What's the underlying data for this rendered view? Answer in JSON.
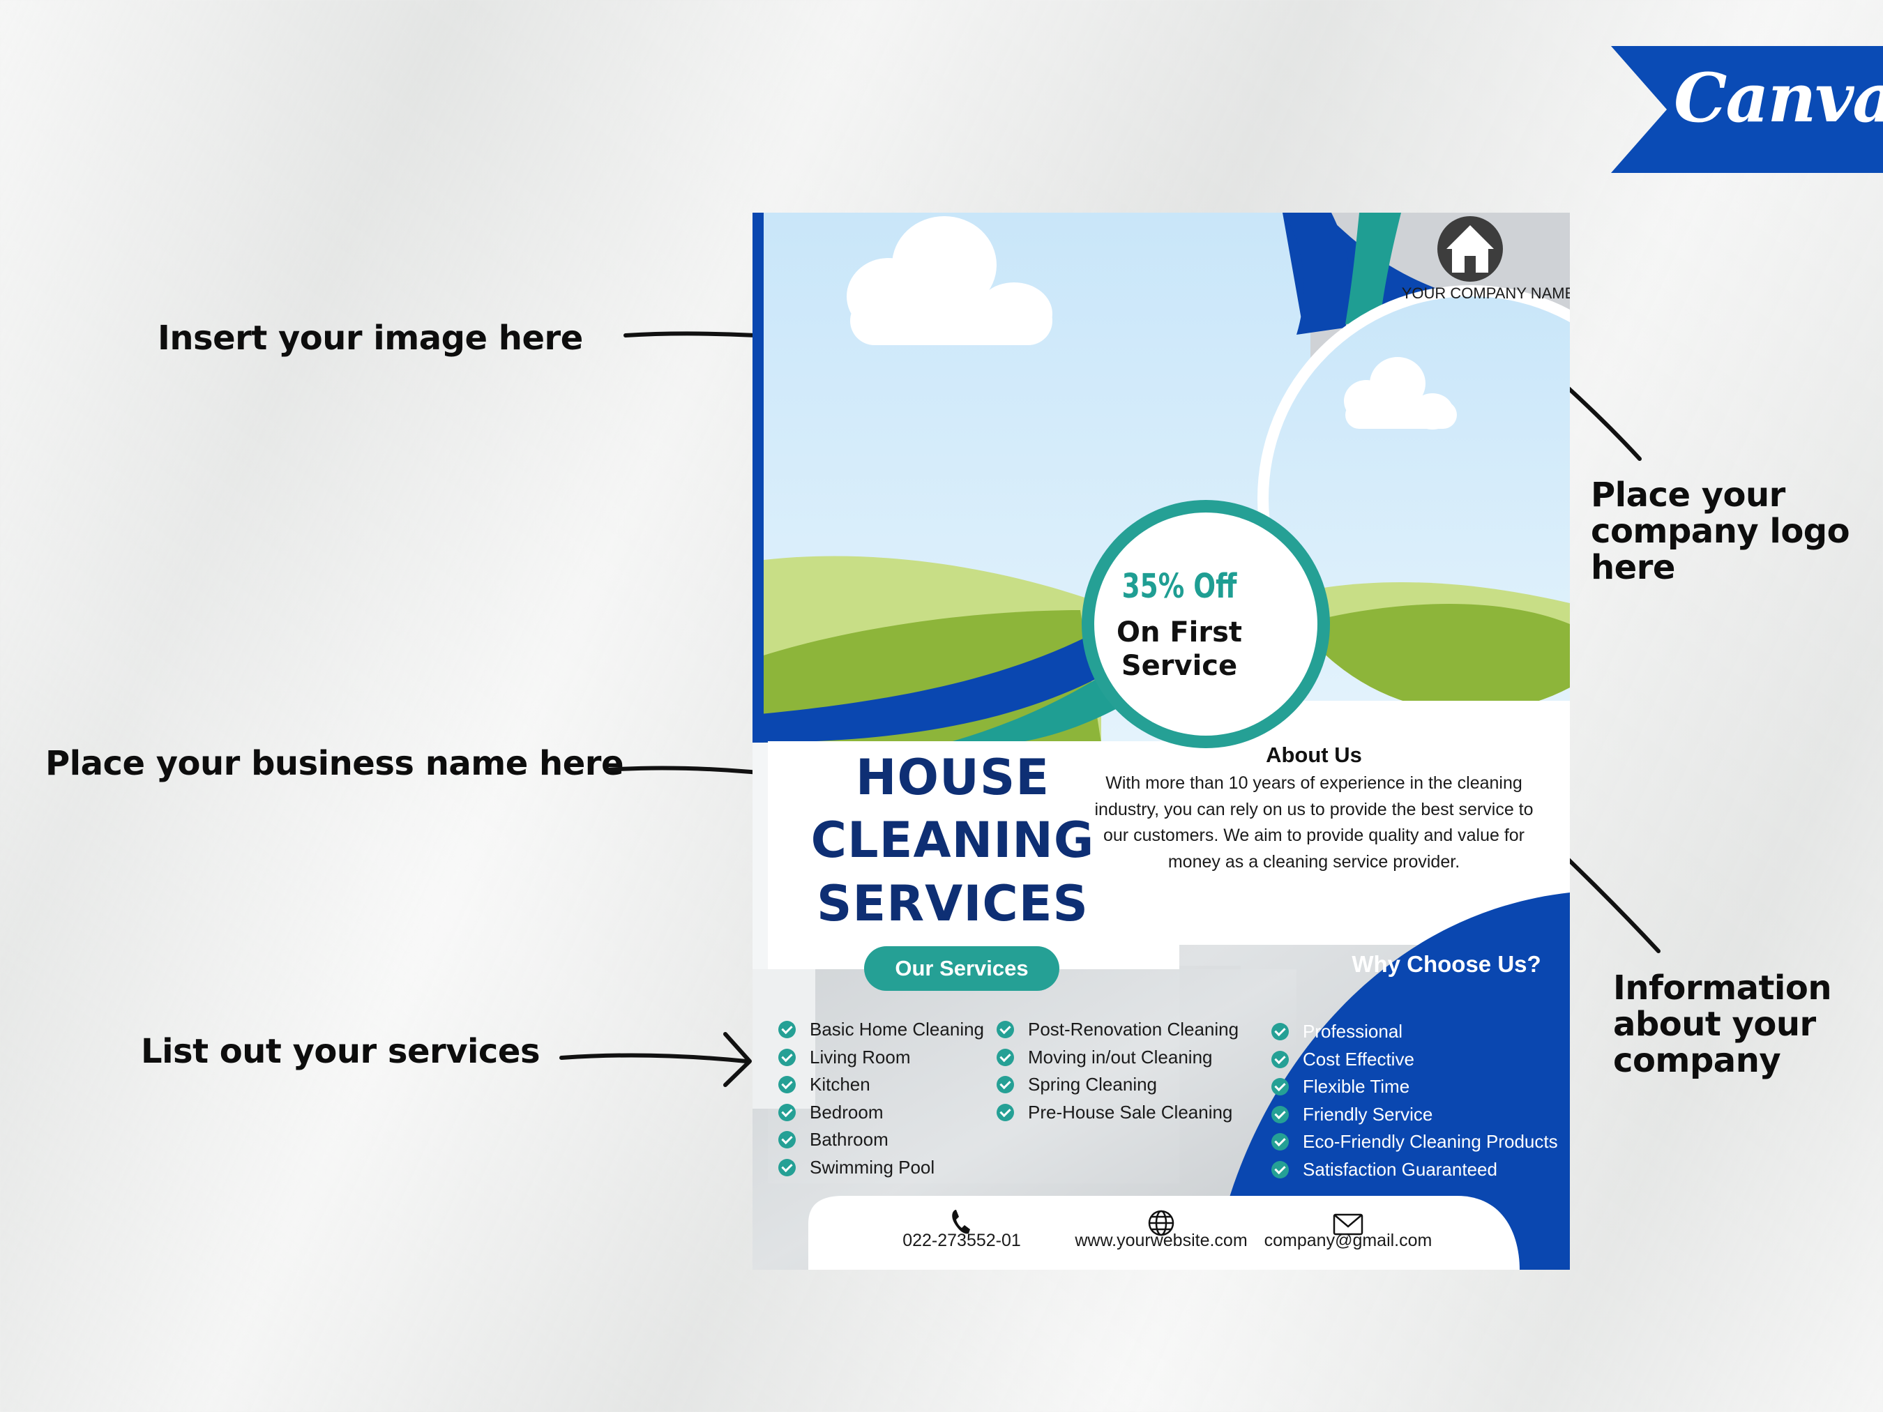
{
  "annotations": {
    "insert_image": "Insert your image here",
    "business_name": "Place your business name here",
    "services": "List out your services",
    "logo": [
      "Place your",
      "company logo",
      "here"
    ],
    "company_info": [
      "Information",
      "about your",
      "company"
    ]
  },
  "brand": {
    "canva_label": "Canva",
    "ribbon_color": "#0a4bb5"
  },
  "flyer": {
    "company_name": "YOUR COMPANY NAME",
    "logo_icon": "house-icon",
    "offer": {
      "percent": "35% Off",
      "line1": "On First",
      "line2": "Service"
    },
    "title": [
      "HOUSE",
      "CLEANING",
      "SERVICES"
    ],
    "about": {
      "title": "About Us",
      "body": "With more than 10 years of experience in the cleaning industry, you can rely on us to provide the best service to our customers. We aim to provide quality and value for money as a cleaning service provider."
    },
    "services_label": "Our Services",
    "services_col1": [
      "Basic Home Cleaning",
      "Living Room",
      "Kitchen",
      "Bedroom",
      "Bathroom",
      "Swimming Pool"
    ],
    "services_col2": [
      "Post-Renovation Cleaning",
      "Moving in/out Cleaning",
      "Spring Cleaning",
      "Pre-House Sale Cleaning"
    ],
    "why": {
      "title": "Why Choose Us?",
      "items": [
        "Professional",
        "Cost Effective",
        "Flexible Time",
        "Friendly Service",
        "Eco-Friendly Cleaning Products",
        "Satisfaction Guaranteed"
      ]
    },
    "contact": {
      "phone": "022-273552-01",
      "website": "www.yourwebsite.com",
      "email": "company@gmail.com"
    },
    "colors": {
      "navy": "#0e2f74",
      "blue": "#0a47b0",
      "teal": "#25a095",
      "green": "#8db53a"
    }
  }
}
